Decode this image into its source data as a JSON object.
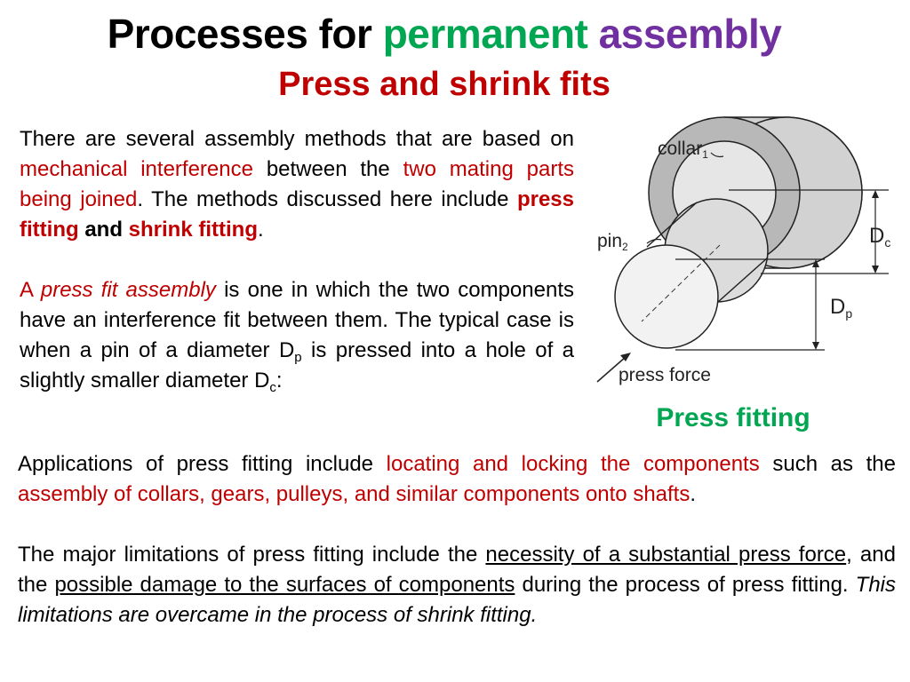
{
  "title": {
    "w1": "Processes for",
    "w2": "permanent",
    "w3": "assembly"
  },
  "subtitle": "Press and shrink fits",
  "intro": {
    "t1": "There are several assembly methods that are based on",
    "t2": "mechanical interference",
    "t3": "between the",
    "t4": "two mating parts being joined",
    "t5": ". The methods discussed here include",
    "t6": "press fitting",
    "t7": "and",
    "t8": "shrink fitting",
    "t9": "."
  },
  "pressfit": {
    "t1": "A",
    "t2": "press fit assembly",
    "t3": "is one in which the two components have an interference fit between them. The typical case is when a pin of a diameter D",
    "sub1": "p",
    "t4": "is pressed into a hole of a slightly smaller diameter D",
    "sub2": "c",
    "t5": ":"
  },
  "figure": {
    "collar_label": "collar",
    "collar_num": "1",
    "pin_label": "pin",
    "pin_num": "2",
    "dc": "D",
    "dc_sub": "c",
    "dp": "D",
    "dp_sub": "p",
    "force_label": "press force",
    "caption": "Press fitting"
  },
  "applications": {
    "t1": "Applications of press fitting include",
    "t2": "locating and locking the components",
    "t3": "such as the",
    "t4": "assembly of collars, gears, pulleys, and similar components onto shafts",
    "t5": "."
  },
  "limitations": {
    "t1": "The major limitations of press fitting include the",
    "t2": "necessity of a substantial press force",
    "t3": ", and the",
    "t4": "possible damage to the surfaces of components",
    "t5": "during the process of press fitting.",
    "t6": "This limitations are overcame in the process of shrink fitting."
  },
  "colors": {
    "red": "#c00000",
    "green": "#00a651",
    "purple": "#7030a0"
  }
}
